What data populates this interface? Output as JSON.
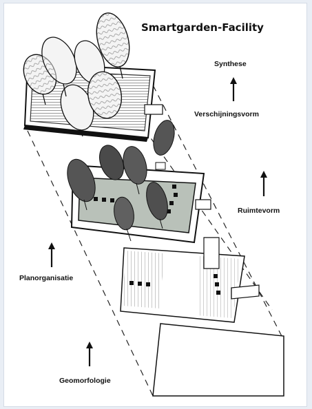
{
  "diagram": {
    "title": "Smartgarden-Facility",
    "labels": {
      "synthese": "Synthese",
      "verschijningsvorm": "Verschijningsvorm",
      "ruimtevorm": "Ruimtevorm",
      "planorganisatie": "Planorganisatie",
      "geomorfologie": "Geomorfologie"
    }
  },
  "colors": {
    "ink": "#111111",
    "layer_fill_green": "#b9c1b9",
    "tree_dark": "#555555",
    "tree_light": "#f4f4f4"
  }
}
